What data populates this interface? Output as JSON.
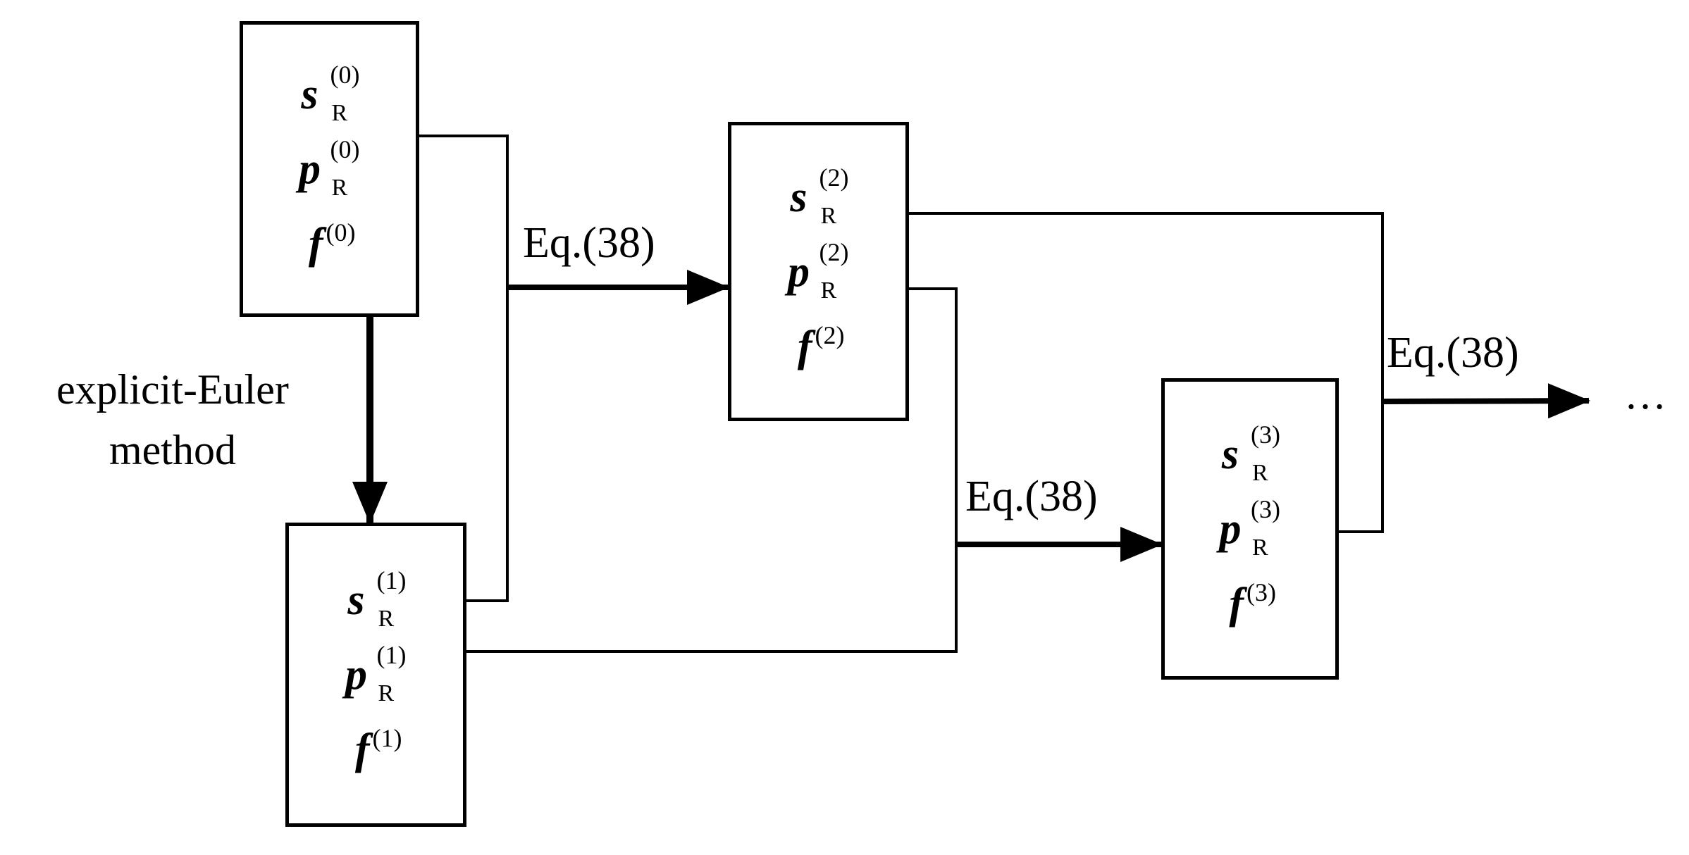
{
  "boxes": [
    {
      "s_base": "s",
      "p_base": "p",
      "f_base": "f",
      "sub": "R",
      "step": "(0)"
    },
    {
      "s_base": "s",
      "p_base": "p",
      "f_base": "f",
      "sub": "R",
      "step": "(1)"
    },
    {
      "s_base": "s",
      "p_base": "p",
      "f_base": "f",
      "sub": "R",
      "step": "(2)"
    },
    {
      "s_base": "s",
      "p_base": "p",
      "f_base": "f",
      "sub": "R",
      "step": "(3)"
    }
  ],
  "labels": {
    "method_line1": "explicit-Euler",
    "method_line2": "method",
    "eq_1": "Eq.(38)",
    "eq_2": "Eq.(38)",
    "eq_3": "Eq.(38)",
    "ellipsis": "…"
  },
  "colors": {
    "line": "#000000",
    "background": "#ffffff"
  }
}
